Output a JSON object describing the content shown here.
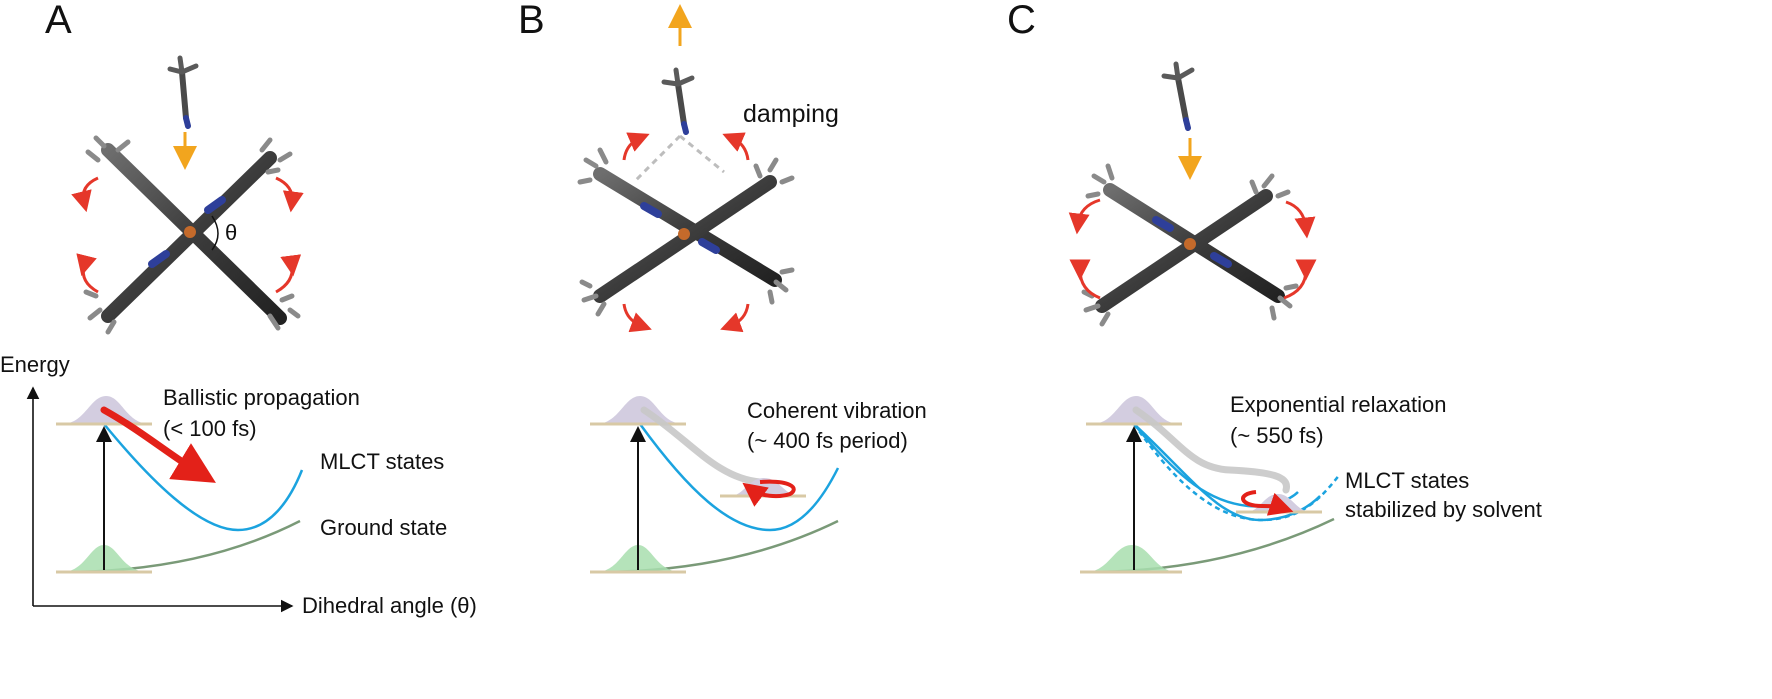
{
  "panels": [
    {
      "letter": "A",
      "state_label": "Ballistic propagation",
      "time_label": "(< 100 fs)",
      "mlct_label": "MLCT states",
      "ground_label": "Ground state",
      "theta_label": "θ"
    },
    {
      "letter": "B",
      "extra_label": "damping",
      "state_label": "Coherent vibration",
      "time_label": "(~ 400 fs period)"
    },
    {
      "letter": "C",
      "state_label": "Exponential relaxation",
      "time_label": "(~ 550 fs)",
      "mlct_label": "MLCT states",
      "mlct_label_2": "stabilized by solvent"
    }
  ],
  "axes": {
    "y_label": "Energy",
    "x_label": "Dihedral angle (θ)"
  },
  "colors": {
    "mlct_curve": "#1ba3df",
    "ground_curve": "#7a9a78",
    "propagation_arrow": "#e32119",
    "rotation_arrow": "#e5372a",
    "solvent_arrow": "#f2a51e",
    "wavepacket_excited": "#d3cde0",
    "wavepacket_ground": "#a8deae",
    "wavepacket_base": "#d8c9a5",
    "trajectory": "#c8c8c8"
  }
}
